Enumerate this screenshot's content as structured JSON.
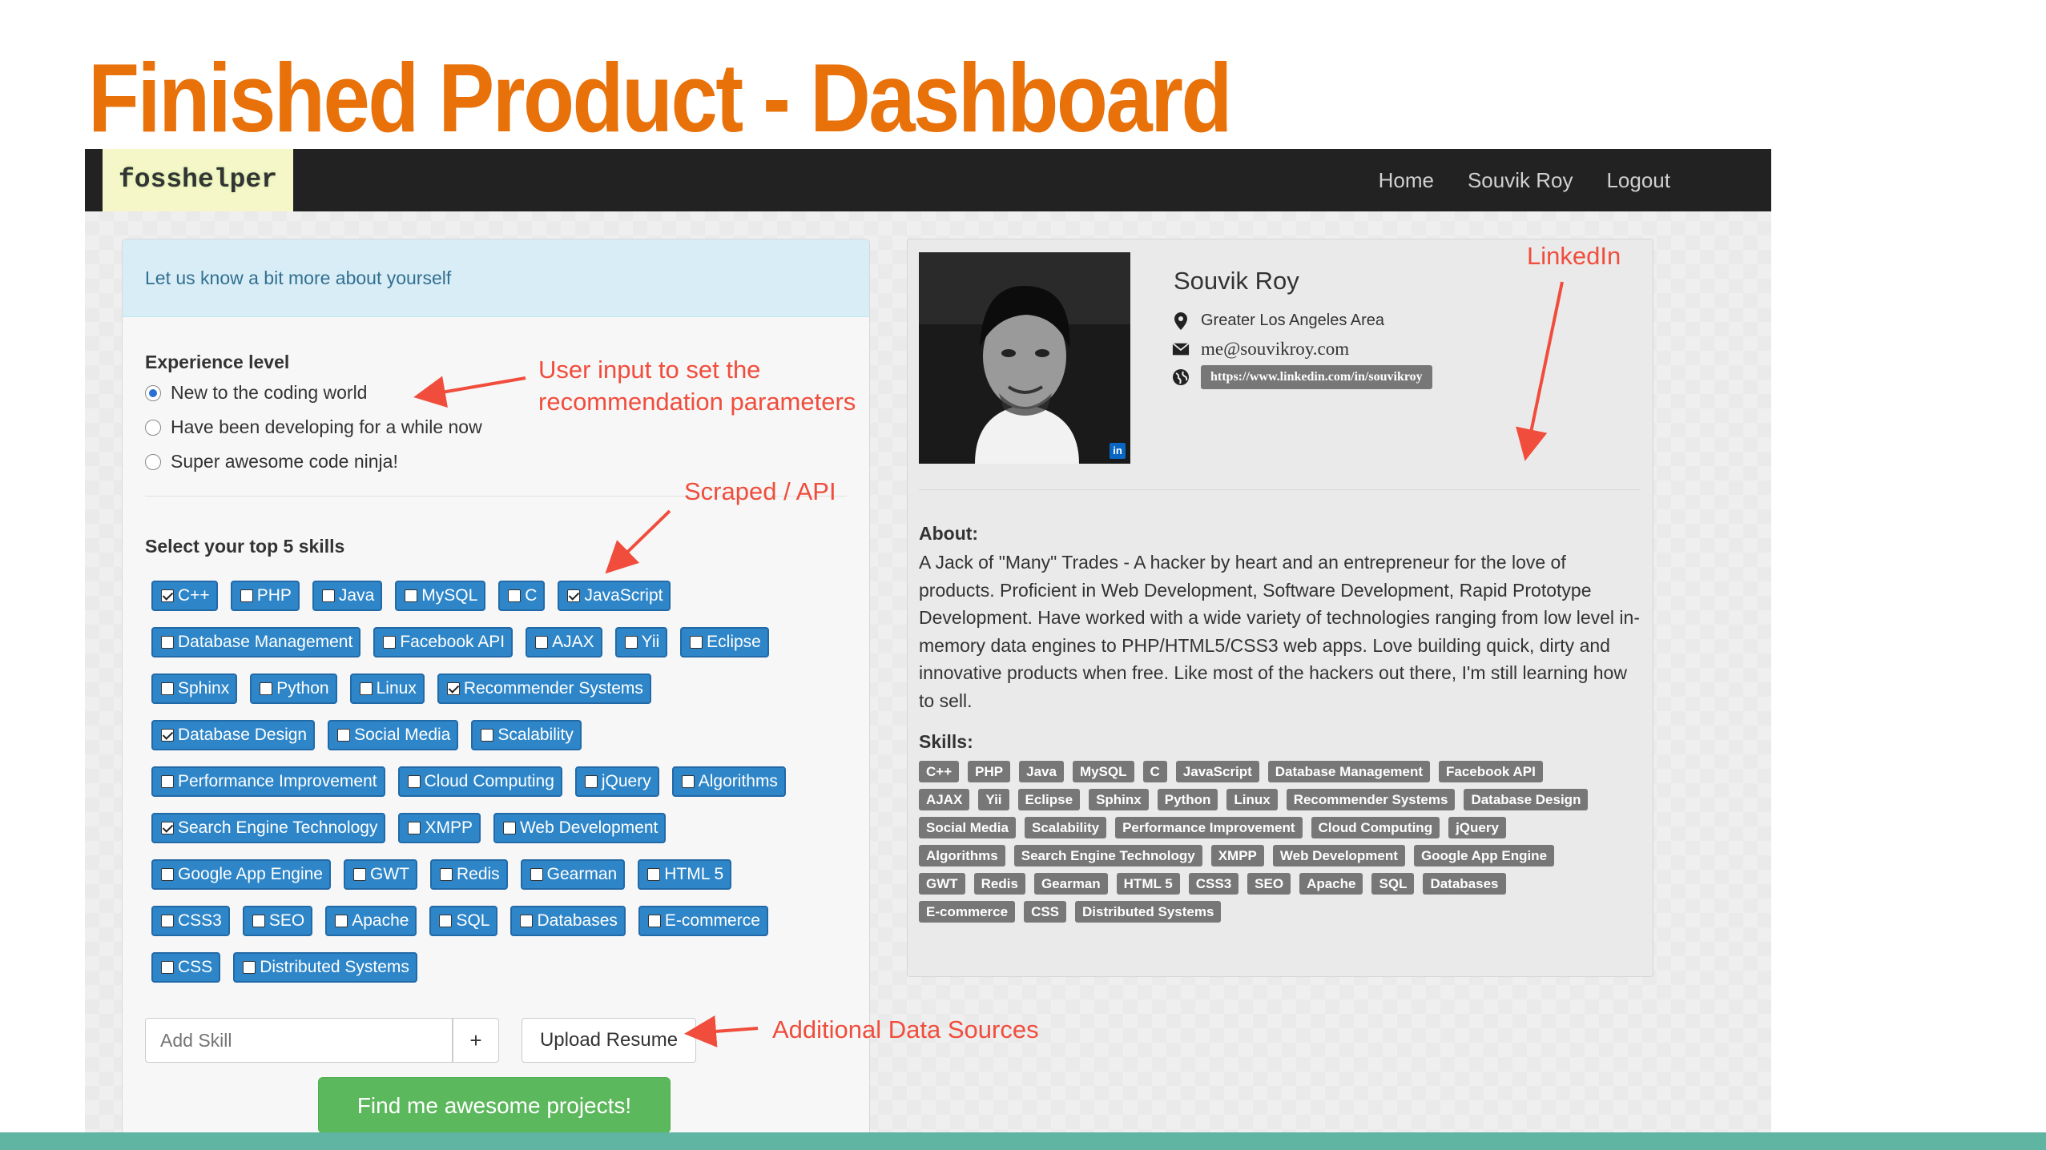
{
  "slide": {
    "title": "Finished Product - Dashboard"
  },
  "navbar": {
    "brand": "fosshelper",
    "links": [
      "Home",
      "Souvik Roy",
      "Logout"
    ]
  },
  "left_panel": {
    "heading": "Let us know a bit more about yourself",
    "experience_label": "Experience level",
    "experience_options": [
      {
        "label": "New to the coding world",
        "checked": true
      },
      {
        "label": "Have been developing for a while now",
        "checked": false
      },
      {
        "label": "Super awesome code ninja!",
        "checked": false
      }
    ],
    "skills_label": "Select your top 5 skills",
    "skills": [
      [
        {
          "label": "C++",
          "checked": true
        },
        {
          "label": "PHP",
          "checked": false
        },
        {
          "label": "Java",
          "checked": false
        },
        {
          "label": "MySQL",
          "checked": false
        },
        {
          "label": "C",
          "checked": false
        },
        {
          "label": "JavaScript",
          "checked": true
        }
      ],
      [
        {
          "label": "Database Management",
          "checked": false
        },
        {
          "label": "Facebook API",
          "checked": false
        },
        {
          "label": "AJAX",
          "checked": false
        },
        {
          "label": "Yii",
          "checked": false
        },
        {
          "label": "Eclipse",
          "checked": false
        }
      ],
      [
        {
          "label": "Sphinx",
          "checked": false
        },
        {
          "label": "Python",
          "checked": false
        },
        {
          "label": "Linux",
          "checked": false
        },
        {
          "label": "Recommender Systems",
          "checked": true
        }
      ],
      [
        {
          "label": "Database Design",
          "checked": true
        },
        {
          "label": "Social Media",
          "checked": false
        },
        {
          "label": "Scalability",
          "checked": false
        }
      ],
      [
        {
          "label": "Performance Improvement",
          "checked": false
        },
        {
          "label": "Cloud Computing",
          "checked": false
        },
        {
          "label": "jQuery",
          "checked": false
        },
        {
          "label": "Algorithms",
          "checked": false
        }
      ],
      [
        {
          "label": "Search Engine Technology",
          "checked": true
        },
        {
          "label": "XMPP",
          "checked": false
        },
        {
          "label": "Web Development",
          "checked": false
        }
      ],
      [
        {
          "label": "Google App Engine",
          "checked": false
        },
        {
          "label": "GWT",
          "checked": false
        },
        {
          "label": "Redis",
          "checked": false
        },
        {
          "label": "Gearman",
          "checked": false
        },
        {
          "label": "HTML 5",
          "checked": false
        }
      ],
      [
        {
          "label": "CSS3",
          "checked": false
        },
        {
          "label": "SEO",
          "checked": false
        },
        {
          "label": "Apache",
          "checked": false
        },
        {
          "label": "SQL",
          "checked": false
        },
        {
          "label": "Databases",
          "checked": false
        },
        {
          "label": "E-commerce",
          "checked": false
        }
      ],
      [
        {
          "label": "CSS",
          "checked": false
        },
        {
          "label": "Distributed Systems",
          "checked": false
        }
      ]
    ],
    "add_skill_placeholder": "Add Skill",
    "add_button": "+",
    "upload_button": "Upload Resume",
    "submit_button": "Find me awesome projects!"
  },
  "profile": {
    "name": "Souvik Roy",
    "location": "Greater Los Angeles Area",
    "email": "me@souvikroy.com",
    "url": "https://www.linkedin.com/in/souvikroy",
    "linkedin_badge": "in",
    "about_label": "About:",
    "about_text": "A Jack of \"Many\" Trades - A hacker by heart and an entrepreneur for the love of products. Proficient in Web Development, Software Development, Rapid Prototype Development. Have worked with a wide variety of technologies ranging from low level in-memory data engines to PHP/HTML5/CSS3 web apps. Love building quick, dirty and innovative products when free. Like most of the hackers out there, I'm still learning how to sell.",
    "skills_label": "Skills:",
    "skills": [
      "C++",
      "PHP",
      "Java",
      "MySQL",
      "C",
      "JavaScript",
      "Database Management",
      "Facebook API",
      "AJAX",
      "Yii",
      "Eclipse",
      "Sphinx",
      "Python",
      "Linux",
      "Recommender Systems",
      "Database Design",
      "Social Media",
      "Scalability",
      "Performance Improvement",
      "Cloud Computing",
      "jQuery",
      "Algorithms",
      "Search Engine Technology",
      "XMPP",
      "Web Development",
      "Google App Engine",
      "GWT",
      "Redis",
      "Gearman",
      "HTML 5",
      "CSS3",
      "SEO",
      "Apache",
      "SQL",
      "Databases",
      "E-commerce",
      "CSS",
      "Distributed Systems"
    ]
  },
  "annotations": {
    "user_input": "User input to set the",
    "user_input_2": "recommendation parameters",
    "scraped": "Scraped / API",
    "linkedin": "LinkedIn",
    "additional": "Additional Data Sources"
  },
  "colors": {
    "title": "#e8710a",
    "annotation": "#f04d3c",
    "chip": "#2e86c9",
    "navbar": "#222222",
    "brand_bg": "#f6f7c8",
    "panel_head": "#d9edf7",
    "submit": "#5cb85c",
    "tag": "#777777",
    "bottom_bar": "#5fb4a2"
  }
}
